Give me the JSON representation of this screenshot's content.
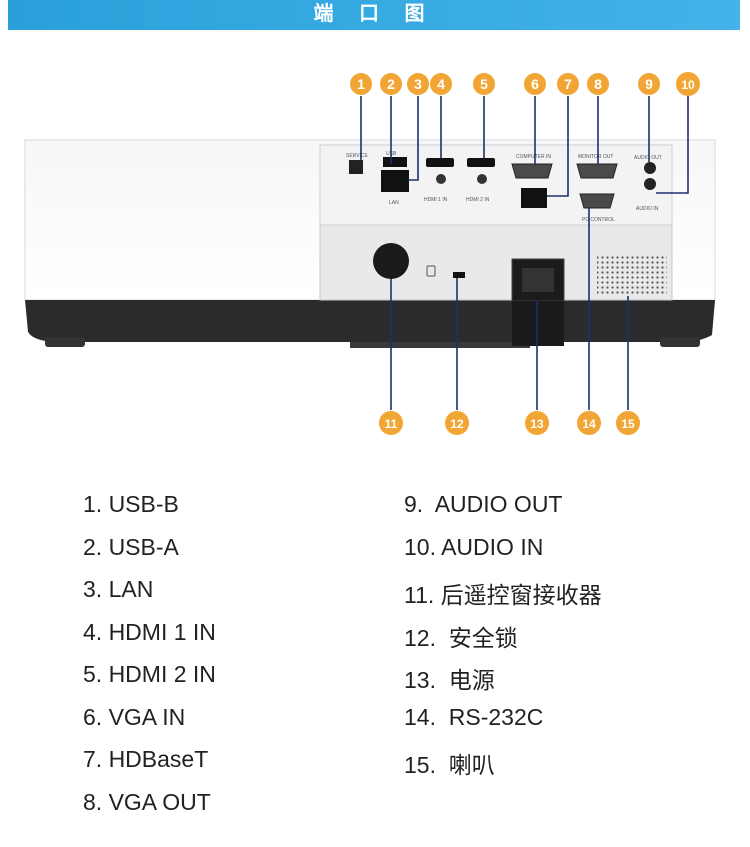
{
  "header": {
    "title": "端 口 图"
  },
  "panel_labels": {
    "usb_service": "SERVICE",
    "usb_a": "USB",
    "lan": "LAN",
    "hdmi1": "HDMI 1 IN",
    "hdmi2": "HDMI 2 IN",
    "computer_in": "COMPUTER IN",
    "monitor_out": "MONITOR OUT",
    "audio_out": "AUDIO OUT",
    "audio_in": "AUDIO IN",
    "pc_control": "PC CONTROL"
  },
  "callouts": [
    "1",
    "2",
    "3",
    "4",
    "5",
    "6",
    "7",
    "8",
    "9",
    "10",
    "11",
    "12",
    "13",
    "14",
    "15"
  ],
  "legend": {
    "left": [
      "1. USB-B",
      "2. USB-A",
      "3. LAN",
      "4. HDMI 1 IN",
      "5. HDMI 2 IN",
      "6. VGA IN",
      "7. HDBaseT",
      "8. VGA OUT"
    ],
    "right": [
      "9.  AUDIO OUT",
      "10. AUDIO IN",
      "11. 后遥控窗接收器",
      "12.  安全锁",
      "13.  电源",
      "14.  RS-232C",
      "15.  喇叭"
    ]
  },
  "colors": {
    "banner": "#2aa0da",
    "callout": "#f1a534",
    "callout_text": "#ffffff"
  }
}
